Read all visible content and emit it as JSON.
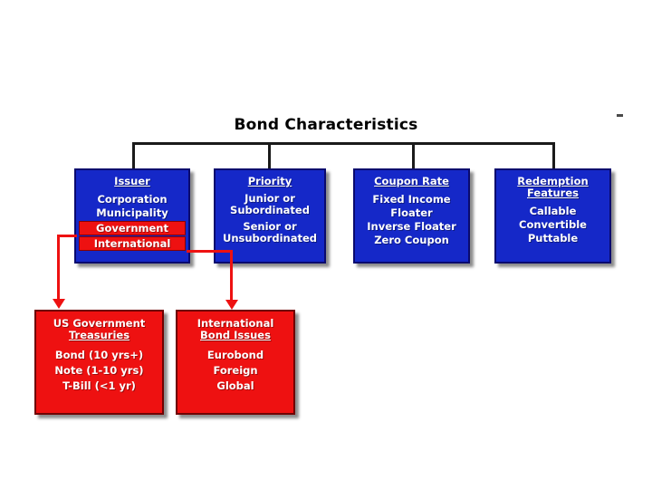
{
  "diagram": {
    "title": "Bond Characteristics",
    "colors": {
      "box_blue": "#1528c8",
      "box_red": "#ee1111",
      "connector": "#1a1a1a",
      "text": "#ffffff",
      "title_text": "#000000"
    },
    "categories": [
      {
        "id": "issuer",
        "heading": "Issuer",
        "heading_lines": [
          "Issuer"
        ],
        "items": [
          {
            "label": "Corporation",
            "highlighted": false
          },
          {
            "label": "Municipality",
            "highlighted": false
          },
          {
            "label": "Government",
            "highlighted": true
          },
          {
            "label": "International",
            "highlighted": true
          }
        ]
      },
      {
        "id": "priority",
        "heading": "Priority",
        "heading_lines": [
          "Priority"
        ],
        "items": [
          {
            "label": "Junior or Subordinated",
            "line1": "Junior or",
            "line2": "Subordinated",
            "highlighted": false
          },
          {
            "label": "Senior or Unsubordinated",
            "line1": "Senior or",
            "line2": "Unsubordinated",
            "highlighted": false
          }
        ]
      },
      {
        "id": "coupon-rate",
        "heading": "Coupon Rate",
        "heading_lines": [
          "Coupon Rate"
        ],
        "items": [
          {
            "label": "Fixed Income",
            "highlighted": false
          },
          {
            "label": "Floater",
            "highlighted": false
          },
          {
            "label": "Inverse Floater",
            "highlighted": false
          },
          {
            "label": "Zero Coupon",
            "highlighted": false
          }
        ]
      },
      {
        "id": "redemption-features",
        "heading": "Redemption Features",
        "heading_lines": [
          "Redemption",
          "Features"
        ],
        "items": [
          {
            "label": "Callable",
            "highlighted": false
          },
          {
            "label": "Convertible",
            "highlighted": false
          },
          {
            "label": "Puttable",
            "highlighted": false
          }
        ]
      }
    ],
    "detail_boxes": [
      {
        "id": "us-government-treasuries",
        "heading_lines": [
          "US Government",
          "Treasuries"
        ],
        "source_item": "Government",
        "items": [
          "Bond (10 yrs+)",
          "Note (1-10 yrs)",
          "T-Bill (<1 yr)"
        ]
      },
      {
        "id": "international-bond-issues",
        "heading_lines": [
          "International",
          "Bond Issues"
        ],
        "source_item": "International",
        "items": [
          "Eurobond",
          "Foreign",
          "Global"
        ]
      }
    ]
  }
}
